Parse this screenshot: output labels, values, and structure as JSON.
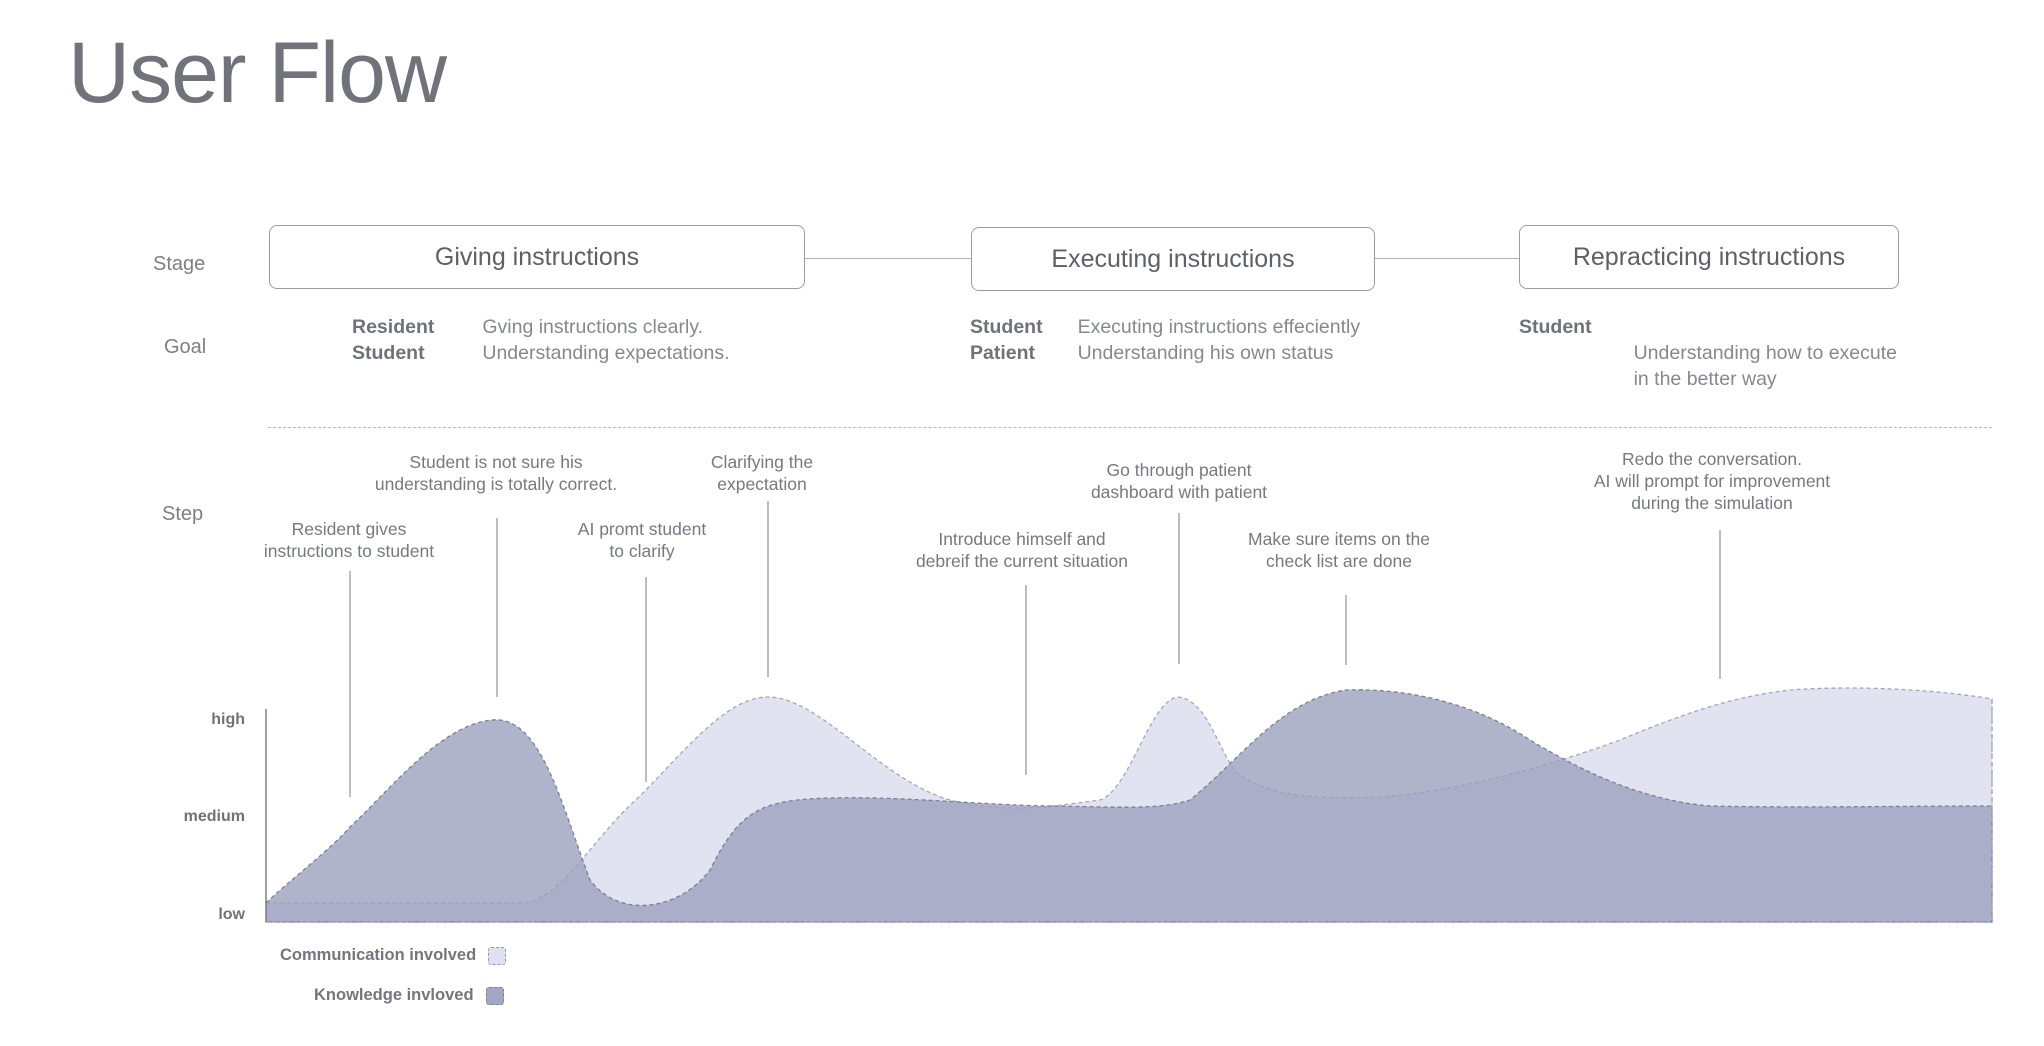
{
  "title": "User Flow",
  "labels": {
    "stage": "Stage",
    "goal": "Goal",
    "step": "Step"
  },
  "stages": [
    {
      "name": "Giving instructions",
      "roles": [
        "Resident",
        "Student"
      ],
      "goals": [
        "Gving instructions clearly.",
        "Understanding expectations."
      ]
    },
    {
      "name": "Executing instructions",
      "roles": [
        "Student",
        "Patient"
      ],
      "goals": [
        "Executing instructions effeciently",
        "Understanding his own status"
      ]
    },
    {
      "name": "Repracticing instructions",
      "roles": [
        "Student"
      ],
      "goals": [
        "Understanding how to execute\nin the better way"
      ]
    }
  ],
  "steps": [
    "Resident gives\ninstructions to student",
    "Student is not sure  his\nunderstanding is totally correct.",
    "AI promt student\nto clarify",
    "Clarifying the\nexpectation",
    "Introduce himself and\ndebreif the current situation",
    "Go through patient\ndashboard  with patient",
    "Make sure items on the\ncheck list are done",
    "Redo the conversation.\nAI will prompt for improvement\nduring the simulation"
  ],
  "chart_data": {
    "type": "area",
    "y_levels": [
      "low",
      "medium",
      "high"
    ],
    "series": [
      {
        "name": "Communication involved",
        "color": "#dfe1f0"
      },
      {
        "name": "Knowledge invloved",
        "color": "#9a9fbc"
      }
    ]
  },
  "legend": [
    {
      "label": "Communication involved",
      "color": "#dfe1f0"
    },
    {
      "label": "Knowledge invloved",
      "color": "#a3a7c3"
    }
  ]
}
